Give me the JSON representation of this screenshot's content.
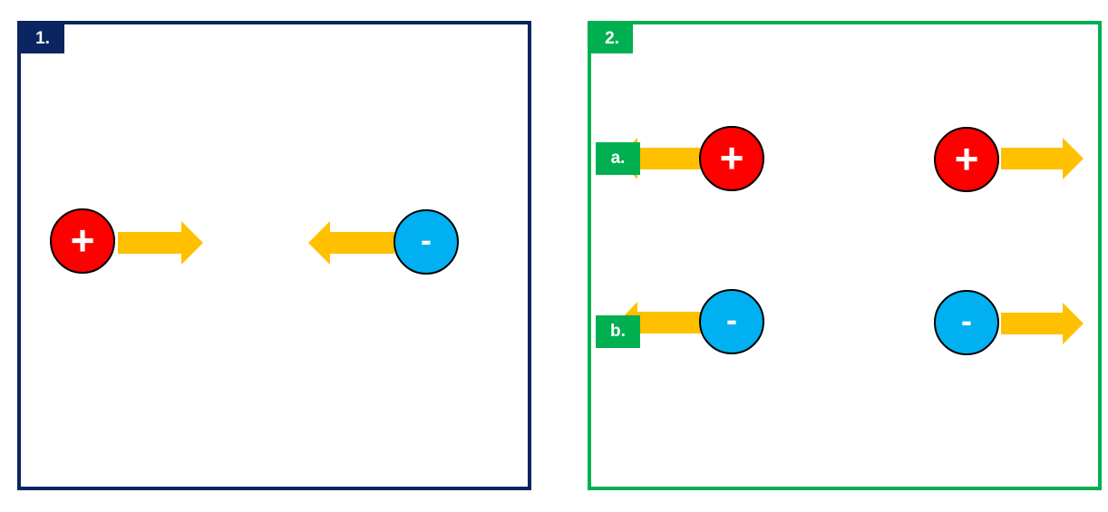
{
  "panels": [
    {
      "label": "1."
    },
    {
      "label": "2."
    }
  ],
  "rows": [
    {
      "label": "a."
    },
    {
      "label": "b."
    }
  ],
  "charges": {
    "positive_symbol": "+",
    "negative_symbol": "-"
  },
  "colors": {
    "panel_1": "#0b2560",
    "panel_2": "#00b050",
    "positive": "#ff0000",
    "negative": "#00b0f0",
    "arrow": "#ffc000"
  }
}
